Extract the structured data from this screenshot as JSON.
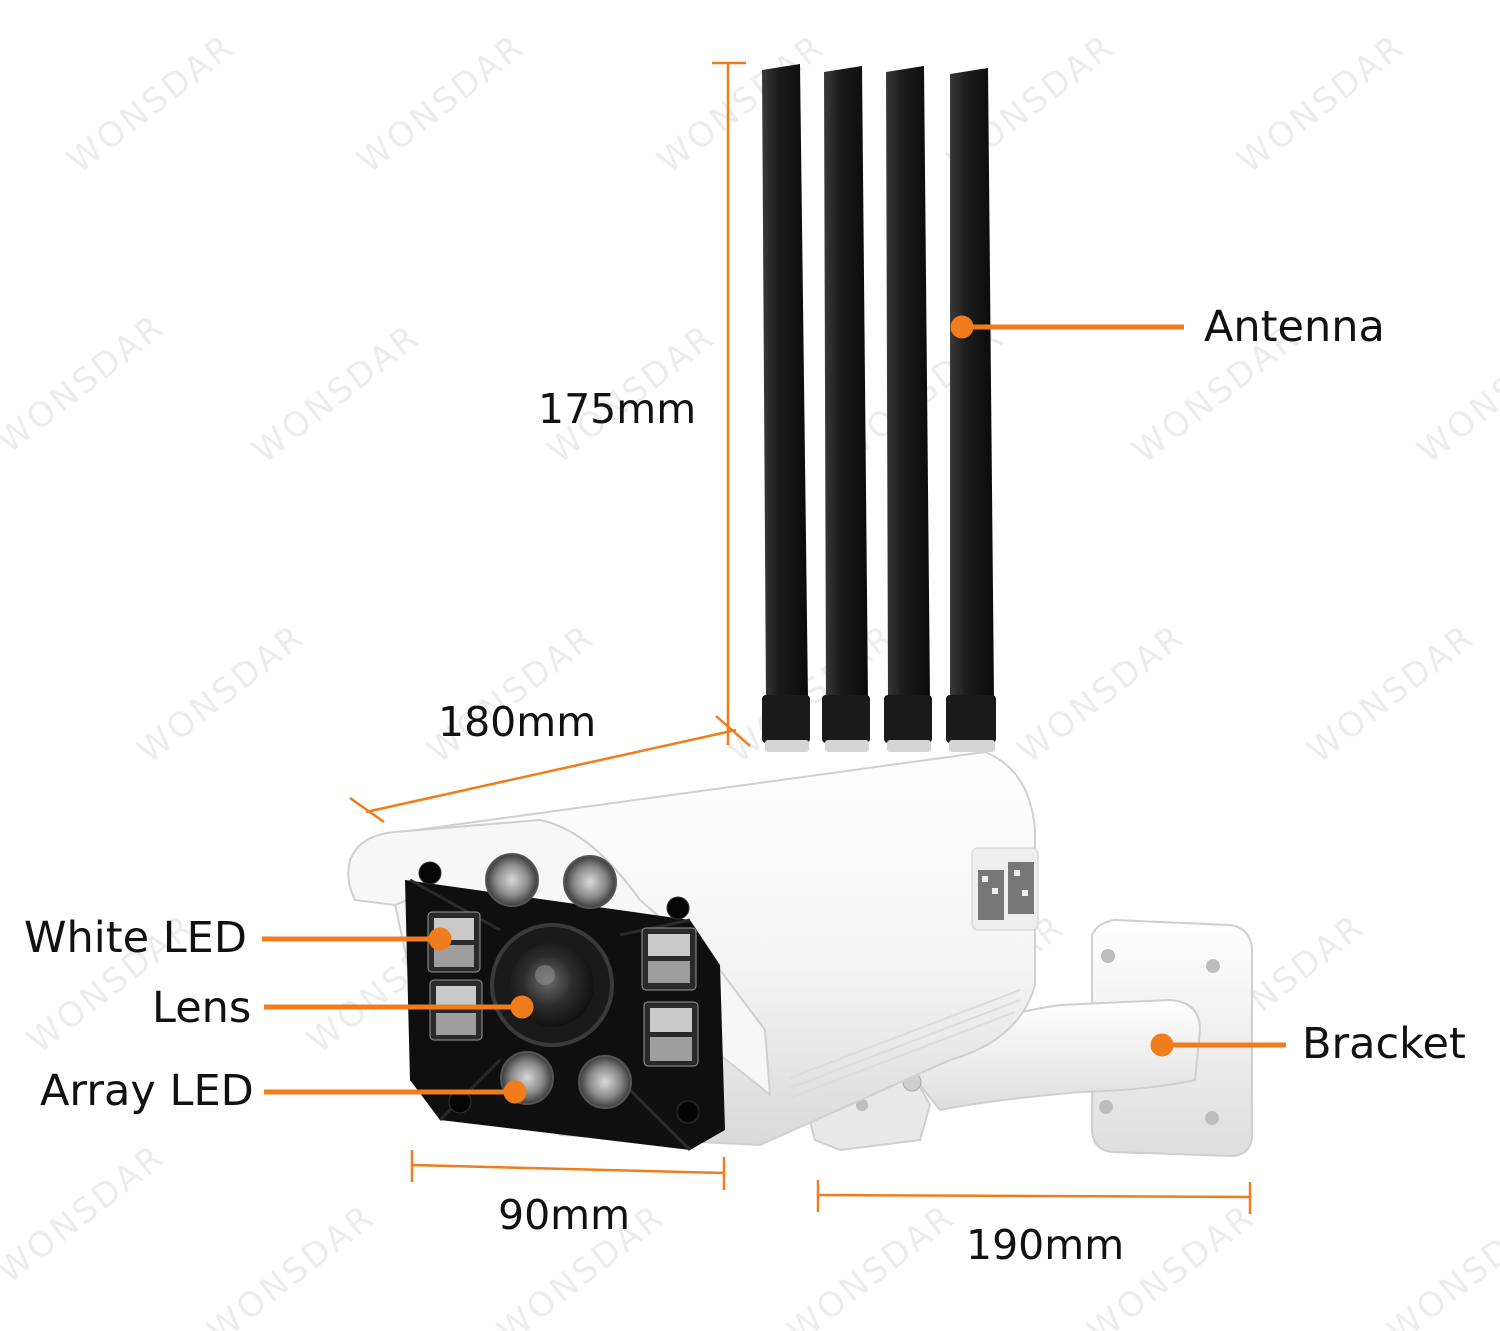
{
  "accent_color": "#f07c1c",
  "watermark": "WONSDAR",
  "callouts": {
    "antenna": "Antenna",
    "white_led": "White LED",
    "lens": "Lens",
    "array_led": "Array LED",
    "bracket": "Bracket"
  },
  "dimensions": {
    "height": "175mm",
    "length": "180mm",
    "front_width": "90mm",
    "bracket_length": "190mm"
  }
}
